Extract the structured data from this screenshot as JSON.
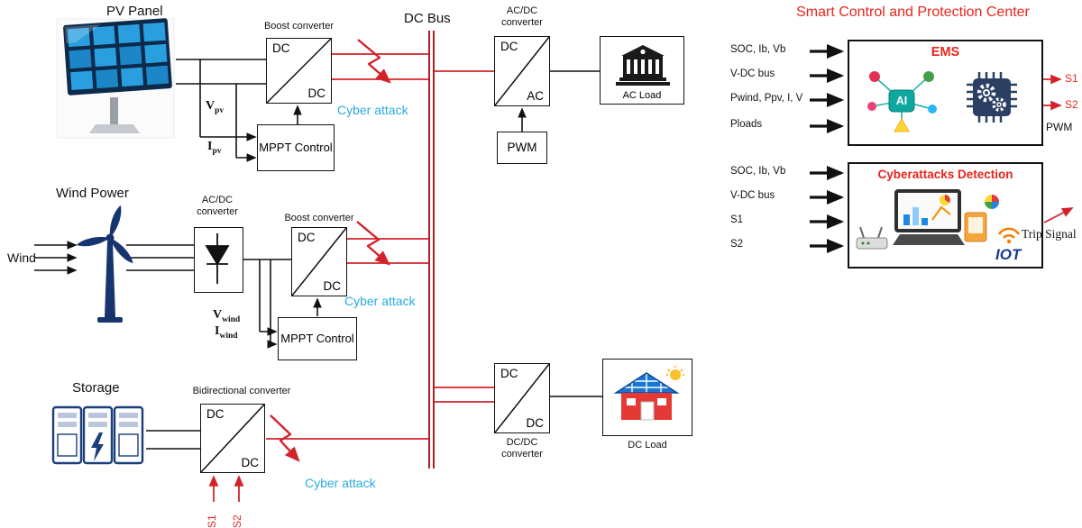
{
  "colors": {
    "accent_red": "#e8251d",
    "cyber_cyan": "#29abe2",
    "bus_red": "#b01f24",
    "wire_red": "#d2232a",
    "navy": "#1b3f7a"
  },
  "pv": {
    "title": "PV Panel",
    "boost_label": "Boost converter",
    "boost_top": "DC",
    "boost_bottom": "DC",
    "mppt_label": "MPPT Control",
    "v_main": "V",
    "v_sub": "pv",
    "i_main": "I",
    "i_sub": "pv",
    "cyber": "Cyber attack"
  },
  "wind": {
    "title": "Wind Power",
    "source_label": "Wind",
    "acdc_label_1": "AC/DC",
    "acdc_label_2": "converter",
    "boost_label": "Boost converter",
    "boost_top": "DC",
    "boost_bottom": "DC",
    "mppt_label": "MPPT Control",
    "v_main": "V",
    "v_sub": "wind",
    "i_main": "I",
    "i_sub": "wind",
    "cyber": "Cyber attack"
  },
  "storage": {
    "title": "Storage",
    "conv_label": "Bidirectional converter",
    "conv_top": "DC",
    "conv_bottom": "DC",
    "s1": "S1",
    "s2": "S2",
    "cyber": "Cyber attack"
  },
  "bus": {
    "label": "DC Bus"
  },
  "ac_out": {
    "conv_label_1": "AC/DC",
    "conv_label_2": "converter",
    "conv_top": "DC",
    "conv_bottom": "AC",
    "pwm": "PWM",
    "load_label": "AC Load"
  },
  "dc_out": {
    "conv_label_1": "DC/DC",
    "conv_label_2": "converter",
    "conv_top": "DC",
    "conv_bottom": "DC",
    "load_label": "DC Load"
  },
  "control": {
    "title": "Smart Control and Protection Center",
    "ems": {
      "title": "EMS",
      "ai_label": "AI",
      "inputs": [
        "SOC, Ib, Vb",
        "V-DC bus",
        "Pwind, Ppv, I, V",
        "Ploads"
      ],
      "out_s1": "S1",
      "out_s2": "S2",
      "out_pwm": "PWM"
    },
    "detection": {
      "title": "Cyberattacks Detection",
      "iot_label": "IOT",
      "inputs": [
        "SOC, Ib, Vb",
        "V-DC bus",
        "S1",
        "S2"
      ],
      "output": "Trip Signal"
    }
  }
}
